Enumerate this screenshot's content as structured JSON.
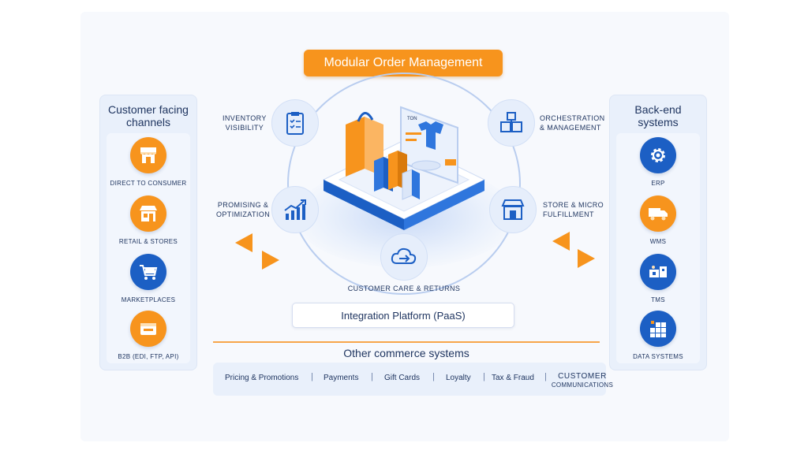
{
  "title": "Modular Order Management",
  "left_panel": {
    "title_line1": "Customer facing",
    "title_line2": "channels",
    "items": [
      {
        "label": "DIRECT TO CONSUMER",
        "icon": "storefront-icon",
        "color": "#f7941d"
      },
      {
        "label": "RETAIL & STORES",
        "icon": "store-icon",
        "color": "#f7941d"
      },
      {
        "label": "MARKETPLACES",
        "icon": "shopping-cart-icon",
        "color": "#1c5fc4"
      },
      {
        "label": "B2B (EDI, FTP, API)",
        "icon": "package-icon",
        "color": "#f7941d"
      }
    ]
  },
  "right_panel": {
    "title_line1": "Back-end",
    "title_line2": "systems",
    "items": [
      {
        "label": "ERP",
        "icon": "gear-icon",
        "color": "#1c5fc4"
      },
      {
        "label": "WMS",
        "icon": "truck-icon",
        "color": "#f7941d"
      },
      {
        "label": "TMS",
        "icon": "delivery-icon",
        "color": "#1c5fc4"
      },
      {
        "label": "DATA SYSTEMS",
        "icon": "data-boxes-icon",
        "color": "#1c5fc4"
      }
    ]
  },
  "hub": {
    "inventory": {
      "line1": "INVENTORY",
      "line2": "VISIBILITY",
      "icon": "checklist-icon"
    },
    "orchestration": {
      "line1": "ORCHESTRATION",
      "line2": "& MANAGEMENT",
      "icon": "boxes-icon"
    },
    "promising": {
      "line1": "PROMISING &",
      "line2": "OPTIMIZATION",
      "icon": "growth-chart-icon"
    },
    "store": {
      "line1": "STORE & MICRO",
      "line2": "FULFILLMENT",
      "icon": "storefront-icon"
    },
    "customer_care": {
      "label": "CUSTOMER CARE & RETURNS",
      "icon": "cloud-return-icon"
    },
    "screen_tag": "TON"
  },
  "integration": "Integration Platform (PaaS)",
  "other": {
    "title": "Other commerce systems",
    "items": [
      "Pricing & Promotions",
      "Payments",
      "Gift Cards",
      "Loyalty",
      "Tax & Fraud"
    ],
    "last_line1": "CUSTOMER",
    "last_line2": "COMMUNICATIONS",
    "separator": "|"
  },
  "colors": {
    "accent_orange": "#f7941d",
    "accent_blue": "#1c5fc4",
    "text_navy": "#1f3560"
  }
}
